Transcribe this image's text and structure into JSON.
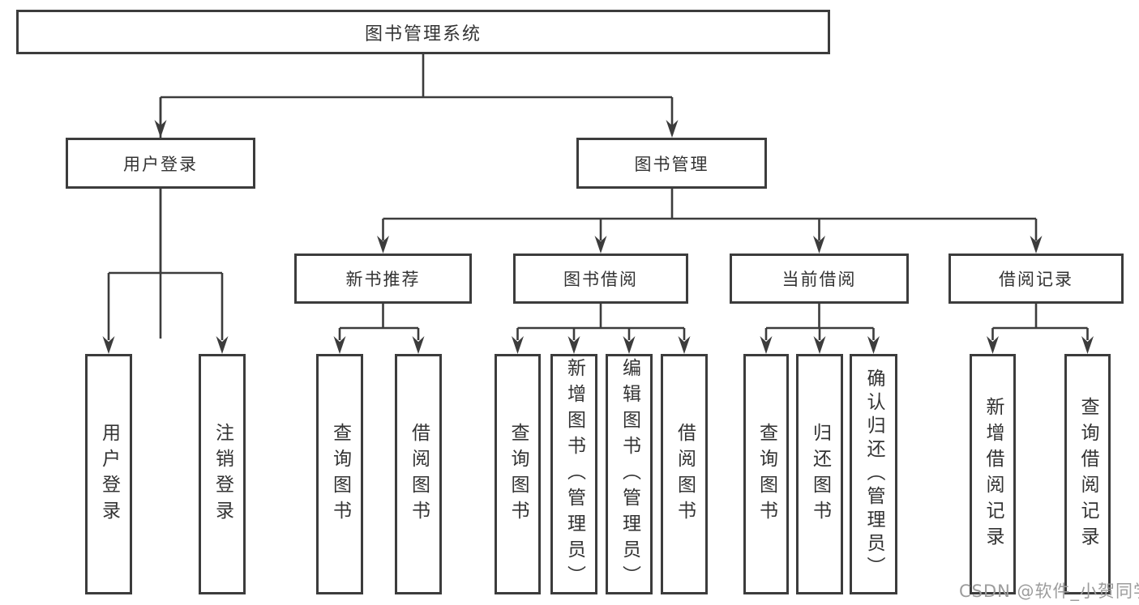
{
  "tree": {
    "label": "图书管理系统",
    "children": [
      {
        "label": "用户登录",
        "children": [
          {
            "label": "用户登录"
          },
          {
            "label": "注销登录"
          }
        ]
      },
      {
        "label": "图书管理",
        "children": [
          {
            "label": "新书推荐",
            "children": [
              {
                "label": "查询图书"
              },
              {
                "label": "借阅图书"
              }
            ]
          },
          {
            "label": "图书借阅",
            "children": [
              {
                "label": "查询图书"
              },
              {
                "label": "新增图书（管理员）"
              },
              {
                "label": "编辑图书（管理员）"
              },
              {
                "label": "借阅图书"
              }
            ]
          },
          {
            "label": "当前借阅",
            "children": [
              {
                "label": "查询图书"
              },
              {
                "label": "归还图书"
              },
              {
                "label": "确认归还（管理员）"
              }
            ]
          },
          {
            "label": "借阅记录",
            "children": [
              {
                "label": "新增借阅记录"
              },
              {
                "label": "查询借阅记录"
              }
            ]
          }
        ]
      }
    ]
  },
  "watermark": {
    "text": "CSDN @软件_小贺同学"
  },
  "colors": {
    "line": "#3c3c3c",
    "text": "#333333",
    "watermark": "#9c9c9c",
    "background": "#ffffff"
  }
}
